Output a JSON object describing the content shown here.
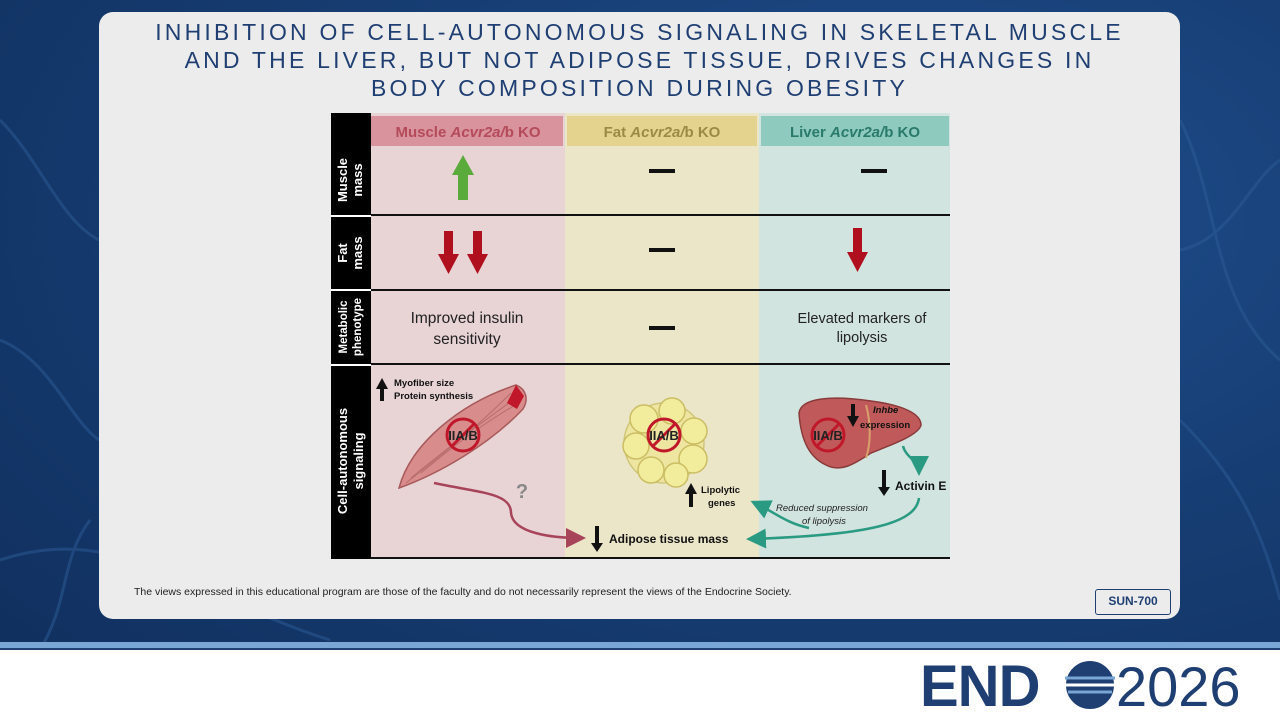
{
  "title": {
    "line1": "INHIBITION OF CELL-AUTONOMOUS SIGNALING IN SKELETAL MUSCLE",
    "line2": "AND THE LIVER, BUT NOT ADIPOSE TISSUE, DRIVES CHANGES IN",
    "line3": "BODY COMPOSITION DURING OBESITY"
  },
  "columns": [
    {
      "prefix": "Muscle ",
      "gene": "Acvr2a/",
      "suffix": "b KO",
      "header_color": "#d9939c",
      "header_text_color": "#b44a5a",
      "body_color": "#e8d3d5"
    },
    {
      "prefix": "Fat ",
      "gene": "Acvr2a/",
      "suffix": "b KO",
      "header_color": "#e3d38e",
      "header_text_color": "#9a8a45",
      "body_color": "#ece6c9"
    },
    {
      "prefix": "Liver ",
      "gene": "Acvr2a/",
      "suffix": "b KO",
      "header_color": "#8ecbbe",
      "header_text_color": "#2a7a6a",
      "body_color": "#d1e4df"
    }
  ],
  "rows": [
    {
      "line1": "Muscle",
      "line2": "mass"
    },
    {
      "line1": "Fat",
      "line2": "mass"
    },
    {
      "line1": "Metabolic",
      "line2": "phenotype"
    },
    {
      "line1": "Cell-autonomous",
      "line2": "signaling"
    }
  ],
  "metabolic": {
    "muscle_line1": "Improved insulin",
    "muscle_line2": "sensitivity",
    "liver_line1": "Elevated markers of",
    "liver_line2": "lipolysis"
  },
  "signaling": {
    "receptor": "IIA/B",
    "myofiber_line1": "Myofiber size",
    "myofiber_line2": "Protein synthesis",
    "question": "?",
    "lipolytic_line1": "Lipolytic",
    "lipolytic_line2": "genes",
    "inhbe_line1": "Inhbe",
    "inhbe_line2": "expression",
    "activin": "Activin E",
    "reduced_line1": "Reduced suppression",
    "reduced_line2": "of lipolysis",
    "adipose": "Adipose tissue mass"
  },
  "colors": {
    "up_arrow": "#5aaa3c",
    "down_arrow": "#b0101e",
    "teal_arrow": "#2a9a82",
    "muscle_arrow": "#a8445a",
    "navy": "#1f3f73"
  },
  "footer": {
    "note": "The views expressed in this educational program are those of the faculty and do not necessarily represent the views of the Endocrine Society.",
    "poster_id": "SUN-700"
  },
  "logo": {
    "left": "END",
    "right": "2026"
  }
}
